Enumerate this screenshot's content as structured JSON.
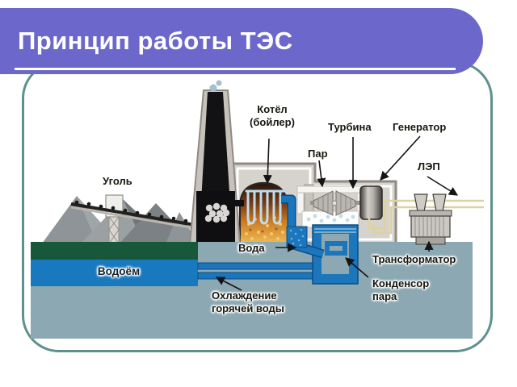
{
  "slide": {
    "title": "Принцип работы ТЭС",
    "colors": {
      "title_bar": "#6C68CB",
      "frame_border": "#5E908E",
      "water": "#1879BF",
      "ground": "#17583A",
      "backdrop": "#8CA9B3",
      "pipe": "#1B76BC",
      "power_line": "#DED2A0"
    }
  },
  "diagram": {
    "labels": {
      "boiler": {
        "l1": "Котёл",
        "l2": "(бойлер)"
      },
      "steam": "Пар",
      "turbine": "Турбина",
      "generator": "Генератор",
      "lep": "ЛЭП",
      "coal": "Уголь",
      "reservoir": "Водоём",
      "water": "Вода",
      "cooling": {
        "l1": "Охлаждение",
        "l2": "горячей воды"
      },
      "transformer": "Трансформатор",
      "condenser": {
        "l1": "Конденсор",
        "l2": "пара"
      }
    }
  }
}
